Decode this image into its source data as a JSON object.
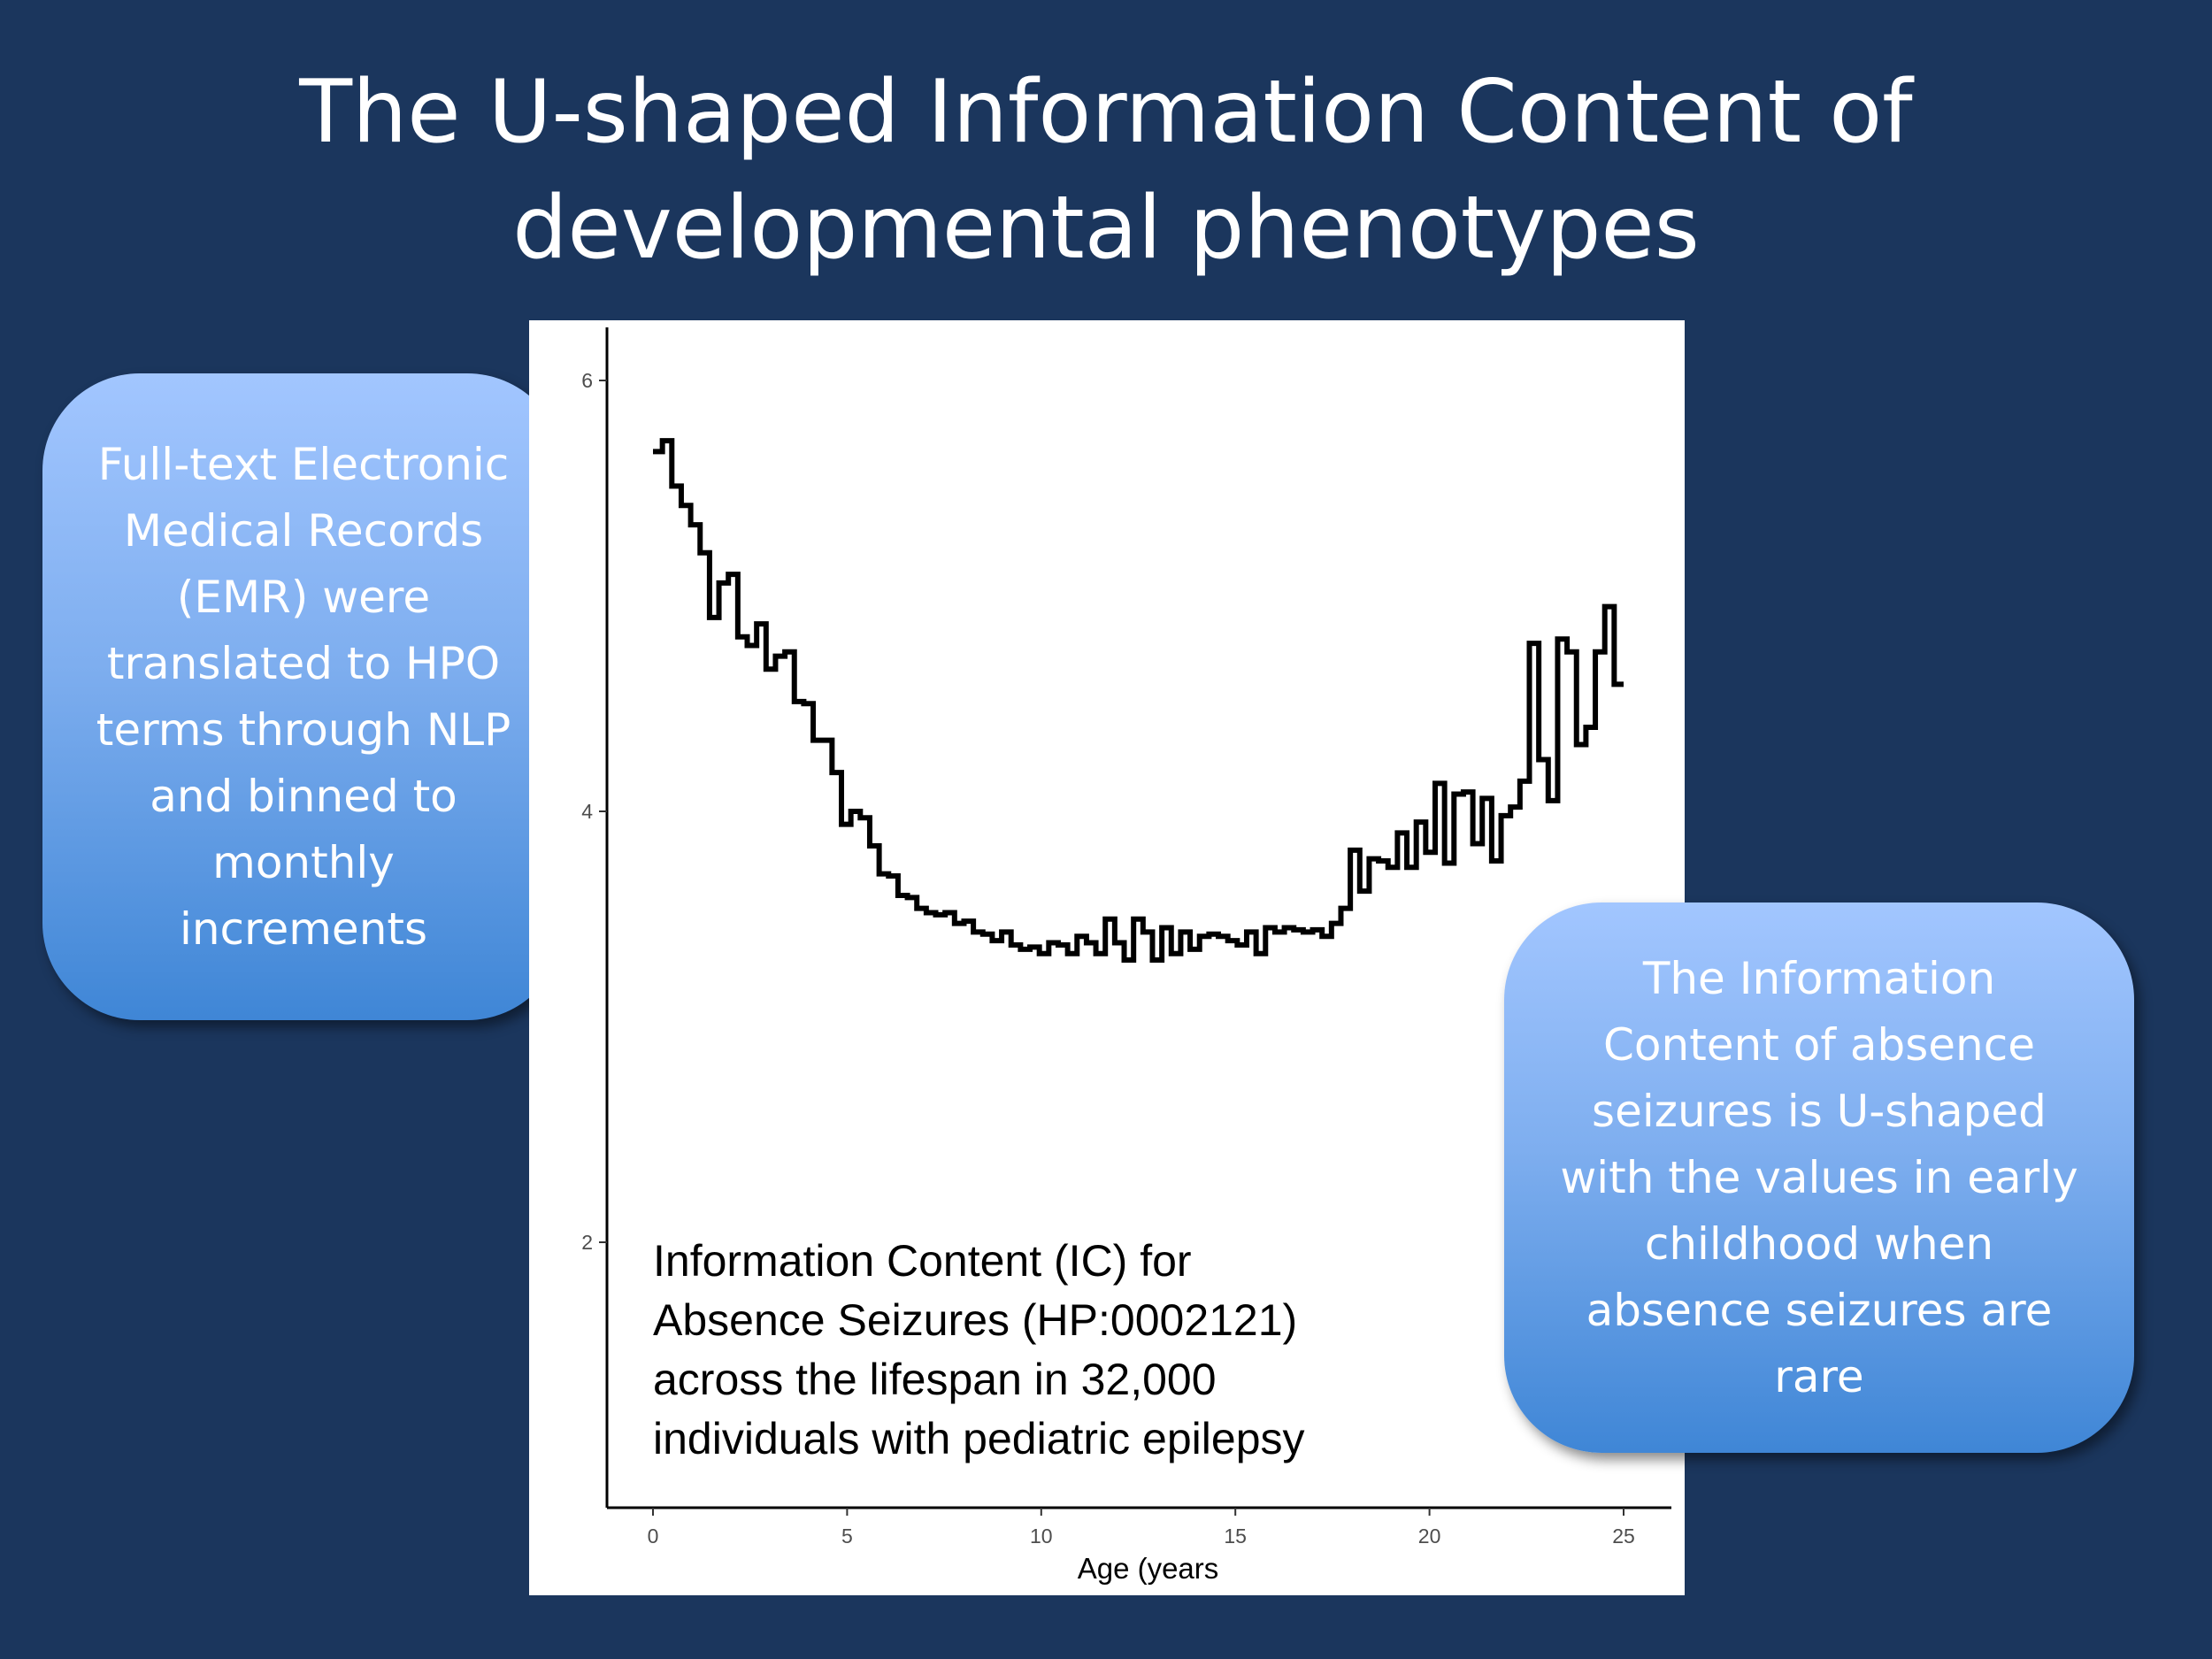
{
  "title": {
    "line1": "The U-shaped Information Content of",
    "line2": "developmental phenotypes"
  },
  "left_callout": {
    "lines": [
      "Full-text Electronic",
      "Medical Records",
      "(EMR) were",
      "translated to HPO",
      "terms through NLP",
      "and binned to",
      "monthly",
      "increments"
    ]
  },
  "right_callout": {
    "lines": [
      "The Information",
      "Content of absence",
      "seizures is U-shaped",
      "with the values in early",
      "childhood when",
      "absence seizures are",
      "rare"
    ]
  },
  "chart_data": {
    "type": "line",
    "style": "step",
    "title": "",
    "xlabel": "Age (years",
    "ylabel": "",
    "xlim": [
      -1.2,
      26.2
    ],
    "ylim": [
      0.8,
      6.25
    ],
    "xticks": [
      "0",
      "5",
      "10",
      "15",
      "20",
      "25"
    ],
    "yticks": [
      "2",
      "4",
      "6"
    ],
    "annotation": [
      "Information Content (IC) for",
      "Absence Seizures (HP:0002121)",
      "across the lifespan in 32,000",
      "individuals with pediatric epilepsy"
    ],
    "x_start": 0,
    "x_end": 25,
    "values": [
      5.67,
      5.72,
      5.51,
      5.42,
      5.33,
      5.2,
      4.9,
      5.06,
      5.1,
      4.81,
      4.77,
      4.87,
      4.66,
      4.72,
      4.74,
      4.51,
      4.5,
      4.33,
      4.33,
      4.18,
      3.94,
      4.0,
      3.97,
      3.84,
      3.71,
      3.7,
      3.61,
      3.6,
      3.55,
      3.53,
      3.52,
      3.53,
      3.48,
      3.49,
      3.44,
      3.43,
      3.4,
      3.44,
      3.38,
      3.36,
      3.37,
      3.34,
      3.39,
      3.38,
      3.34,
      3.42,
      3.39,
      3.34,
      3.5,
      3.39,
      3.31,
      3.5,
      3.44,
      3.31,
      3.46,
      3.34,
      3.44,
      3.36,
      3.42,
      3.43,
      3.42,
      3.4,
      3.38,
      3.44,
      3.34,
      3.46,
      3.44,
      3.46,
      3.45,
      3.44,
      3.45,
      3.42,
      3.48,
      3.55,
      3.82,
      3.63,
      3.78,
      3.77,
      3.74,
      3.9,
      3.74,
      3.95,
      3.81,
      4.13,
      3.76,
      4.08,
      4.09,
      3.85,
      4.06,
      3.77,
      3.98,
      4.02,
      4.14,
      4.78,
      4.24,
      4.05,
      4.8,
      4.74,
      4.31,
      4.39,
      4.74,
      4.95,
      4.59
    ],
    "line_color": "#000000"
  }
}
